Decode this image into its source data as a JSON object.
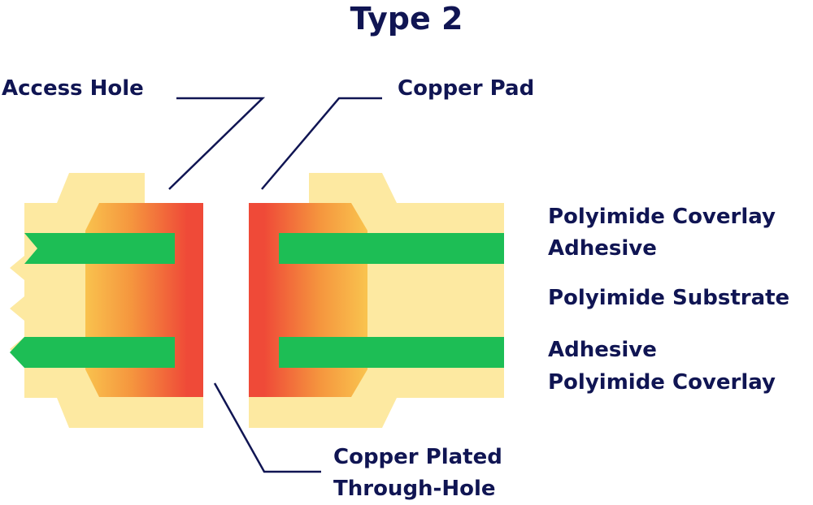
{
  "title": "Type 2",
  "callouts": {
    "access_hole": "Access Hole",
    "copper_pad": "Copper Pad",
    "plated_line1": "Copper Plated",
    "plated_line2": "Through-Hole"
  },
  "layers": [
    "Polyimide Coverlay",
    "Adhesive",
    "Polyimide Substrate",
    "Adhesive",
    "Polyimide Coverlay"
  ],
  "colors": {
    "text": "#101553",
    "polyimide": "#FDE9A1",
    "adhesive": "#1DBE55",
    "copper_red": "#EF4A38",
    "copper_orange": "#F7A840",
    "leader_line": "#101553",
    "background": "#FFFFFF"
  }
}
